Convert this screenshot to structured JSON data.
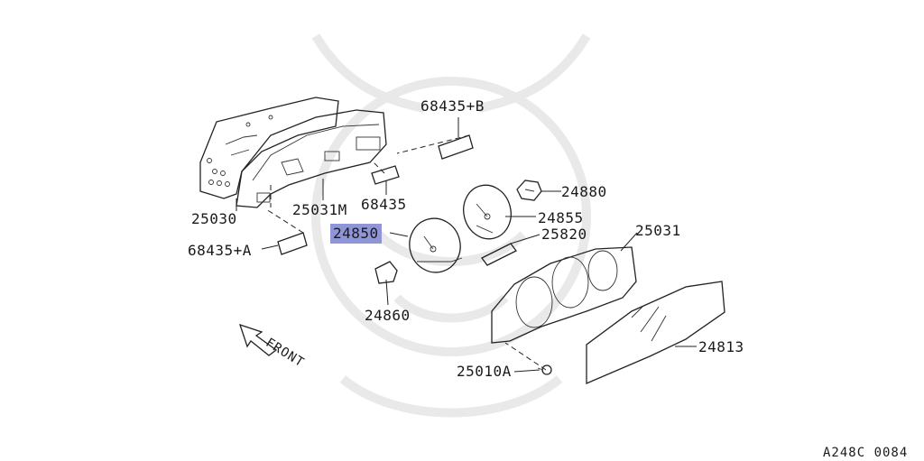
{
  "diagram": {
    "reference_code": "A248C 0084",
    "front_label": "FRONT",
    "highlight_color": "#8f95d6",
    "parts": [
      {
        "id": "p68435b",
        "label": "68435+B",
        "highlighted": false
      },
      {
        "id": "p24880",
        "label": "24880",
        "highlighted": false
      },
      {
        "id": "p68435",
        "label": "68435",
        "highlighted": false
      },
      {
        "id": "p25030",
        "label": "25030",
        "highlighted": false
      },
      {
        "id": "p25031m",
        "label": "25031M",
        "highlighted": false
      },
      {
        "id": "p24855",
        "label": "24855",
        "highlighted": false
      },
      {
        "id": "p24850",
        "label": "24850",
        "highlighted": true
      },
      {
        "id": "p25031",
        "label": "25031",
        "highlighted": false
      },
      {
        "id": "p25820",
        "label": "25820",
        "highlighted": false
      },
      {
        "id": "p68435a",
        "label": "68435+A",
        "highlighted": false
      },
      {
        "id": "p24860",
        "label": "24860",
        "highlighted": false
      },
      {
        "id": "p24813",
        "label": "24813",
        "highlighted": false
      },
      {
        "id": "p25010a",
        "label": "25010A",
        "highlighted": false
      }
    ]
  }
}
